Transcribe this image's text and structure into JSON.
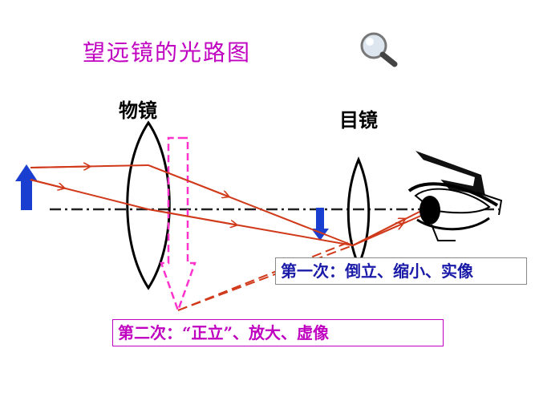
{
  "title": "望远镜的光路图",
  "objective_label": "物镜",
  "eyepiece_label": "目镜",
  "note_first": "第一次：倒立、缩小、实像",
  "note_second": "第二次：“正立”、放大、虚像",
  "icons": {
    "magnifier": "magnifier-icon",
    "eye": "eye-icon"
  },
  "colors": {
    "ray": "#d03a1a",
    "arrow": "#1a3fd0",
    "title": "#c000c0",
    "box_text_first": "#1a1aa8",
    "box_text_second": "#c000c0"
  }
}
